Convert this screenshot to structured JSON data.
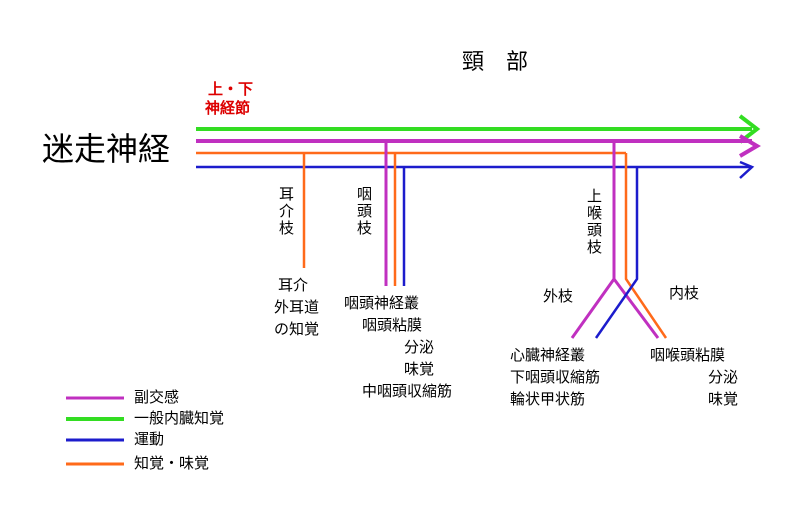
{
  "title": "頸　部",
  "nerve": "迷走神経",
  "ganglion": {
    "line1": "上・下",
    "line2": "神経節"
  },
  "colors": {
    "parasympathetic": "#c030c0",
    "visceral_sensory": "#33dd22",
    "motor": "#1c1ccc",
    "sensory_taste": "#ff6a1a",
    "ganglion_text": "#dd0000"
  },
  "branches": {
    "auricular": {
      "name": "耳介枝",
      "targets": [
        "耳介",
        "外耳道",
        "の知覚"
      ]
    },
    "pharyngeal": {
      "name": "咽頭枝",
      "targets": [
        "咽頭神経叢",
        "咽頭粘膜",
        "分泌",
        "味覚",
        "中咽頭収縮筋"
      ]
    },
    "superior_laryngeal": {
      "name": "上喉頭枝"
    },
    "external": {
      "name": "外枝",
      "targets": [
        "心臓神経叢",
        "下咽頭収縮筋",
        "輪状甲状筋"
      ]
    },
    "internal": {
      "name": "内枝",
      "targets": [
        "咽喉頭粘膜",
        "分泌",
        "味覚"
      ]
    }
  },
  "legend": [
    {
      "label": "副交感",
      "color": "#c030c0"
    },
    {
      "label": "一般内臓知覚",
      "color": "#33dd22"
    },
    {
      "label": "運動",
      "color": "#1c1ccc"
    },
    {
      "label": "知覚・味覚",
      "color": "#ff6a1a"
    }
  ]
}
